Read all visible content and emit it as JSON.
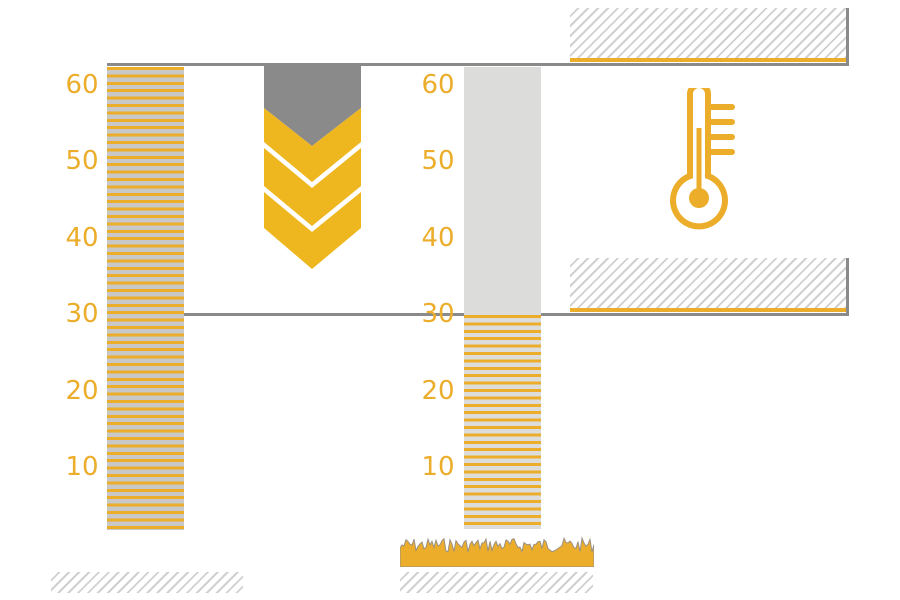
{
  "left_scale": {
    "labels": [
      "60",
      "50",
      "40",
      "30",
      "20",
      "10"
    ]
  },
  "right_scale": {
    "labels": [
      "60",
      "50",
      "40",
      "30",
      "20",
      "10"
    ]
  },
  "colors": {
    "accent": "#ebad2a",
    "chevron": "#efb71f",
    "gray": "#8a8a8a",
    "light_gray": "#dcdddb"
  },
  "icons": [
    "thermometer-icon",
    "down-chevron-arrow-icon",
    "grass-icon"
  ]
}
